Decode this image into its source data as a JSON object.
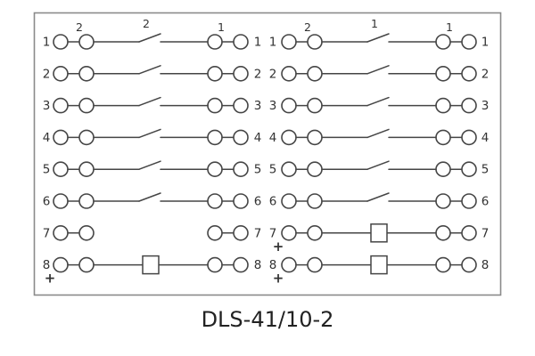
{
  "caption": "DLS-41/10-2",
  "plus_symbol": "+",
  "colors": {
    "line": "#454545",
    "border": "#8a8a8a",
    "text": "#333333",
    "caption": "#222222",
    "background": "#ffffff"
  },
  "blocks": [
    {
      "side": "left",
      "annotations": {
        "inner_left": "2",
        "middle": "2",
        "inner_right": "1"
      },
      "rows": [
        {
          "left_label": "1",
          "right_label": "1",
          "middle": "switch",
          "plus": false
        },
        {
          "left_label": "2",
          "right_label": "2",
          "middle": "switch",
          "plus": false
        },
        {
          "left_label": "3",
          "right_label": "3",
          "middle": "switch",
          "plus": false
        },
        {
          "left_label": "4",
          "right_label": "4",
          "middle": "switch",
          "plus": false
        },
        {
          "left_label": "5",
          "right_label": "5",
          "middle": "switch",
          "plus": false
        },
        {
          "left_label": "6",
          "right_label": "6",
          "middle": "switch",
          "plus": false
        },
        {
          "left_label": "7",
          "right_label": "7",
          "middle": "none",
          "plus": false
        },
        {
          "left_label": "8",
          "right_label": "8",
          "middle": "resistor",
          "plus": true
        }
      ]
    },
    {
      "side": "right",
      "annotations": {
        "inner_left": "2",
        "middle": "1",
        "inner_right": "1"
      },
      "rows": [
        {
          "left_label": "1",
          "right_label": "1",
          "middle": "switch",
          "plus": false
        },
        {
          "left_label": "2",
          "right_label": "2",
          "middle": "switch",
          "plus": false
        },
        {
          "left_label": "3",
          "right_label": "3",
          "middle": "switch",
          "plus": false
        },
        {
          "left_label": "4",
          "right_label": "4",
          "middle": "switch",
          "plus": false
        },
        {
          "left_label": "5",
          "right_label": "5",
          "middle": "switch",
          "plus": false
        },
        {
          "left_label": "6",
          "right_label": "6",
          "middle": "switch",
          "plus": false
        },
        {
          "left_label": "7",
          "right_label": "7",
          "middle": "resistor",
          "plus": true
        },
        {
          "left_label": "8",
          "right_label": "8",
          "middle": "resistor",
          "plus": true
        }
      ]
    }
  ]
}
